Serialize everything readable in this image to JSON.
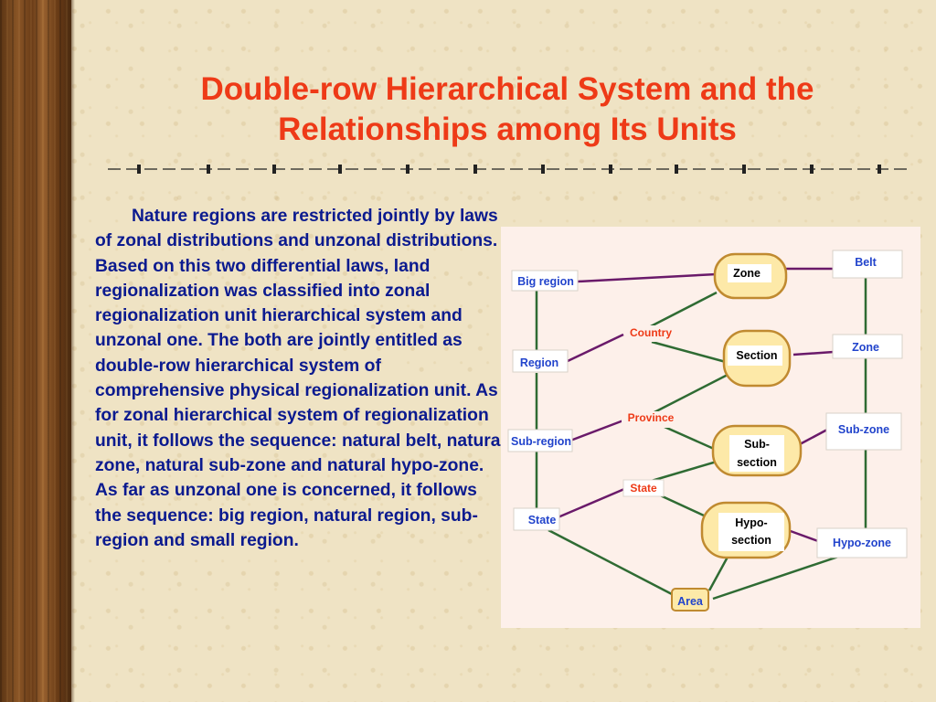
{
  "title": {
    "line1": "Double-row Hierarchical System and the",
    "line2": "Relationships among Its Units"
  },
  "body_text": "Nature regions are restricted jointly by laws of zonal distributions and unzonal distributions. Based on this two differential laws, land regionalization was classified into zonal regionalization unit hierarchical system and unzonal one. The both are jointly entitled as double-row hierarchical system of comprehensive physical regionalization unit. As for zonal hierarchical system of regionalization unit, it follows the sequence: natural belt, natural zone, natural sub-zone and natural hypo-zone. As far as unzonal one is concerned, it follows the sequence: big region, natural region, sub-region and small region.",
  "diagram": {
    "left_column": [
      "Big region",
      "Region",
      "Sub-region",
      "State"
    ],
    "right_column": [
      "Belt",
      "Zone",
      "Sub-zone",
      "Hypo-zone"
    ],
    "middle_nodes": [
      "Zone",
      "Section",
      "Sub-",
      "section",
      "Hypo-",
      "section"
    ],
    "middle_labels": [
      "Country",
      "Province",
      "State",
      "Area"
    ]
  },
  "colors": {
    "title": "#ee3a17",
    "body_text": "#0b1a8f",
    "box_label": "#2244cc",
    "middle_label": "#ee3a17",
    "connector_green": "#2f6b33",
    "connector_purple": "#6a1a6a",
    "node_fill": "#fde9a8",
    "node_stroke": "#c08a30"
  }
}
